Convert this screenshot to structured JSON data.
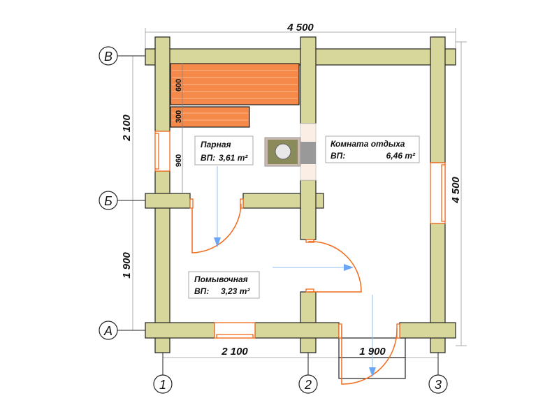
{
  "dimensions": {
    "top_total": "4 500",
    "right_total": "4 500",
    "left_upper": "2 100",
    "left_lower": "1 900",
    "bottom_left": "2 100",
    "bottom_right": "1 900",
    "bench_upper": "600",
    "bench_lower": "300",
    "bench_clearance": "960"
  },
  "axes": {
    "rows": [
      "В",
      "Б",
      "А"
    ],
    "columns": [
      "1",
      "2",
      "3"
    ]
  },
  "rooms": [
    {
      "name": "Парная",
      "area_label": "ВП:",
      "area": "3,61 m²"
    },
    {
      "name": "Комната отдыха",
      "area_label": "ВП:",
      "area": "6,46 m²"
    },
    {
      "name": "Помывочная",
      "area_label": "ВП:",
      "area": "3,23 m²"
    }
  ],
  "colors": {
    "wall": "#d7d79b",
    "door": "#f26a1b",
    "bench": "#f5894a",
    "arrow": "#6aa6f5"
  }
}
